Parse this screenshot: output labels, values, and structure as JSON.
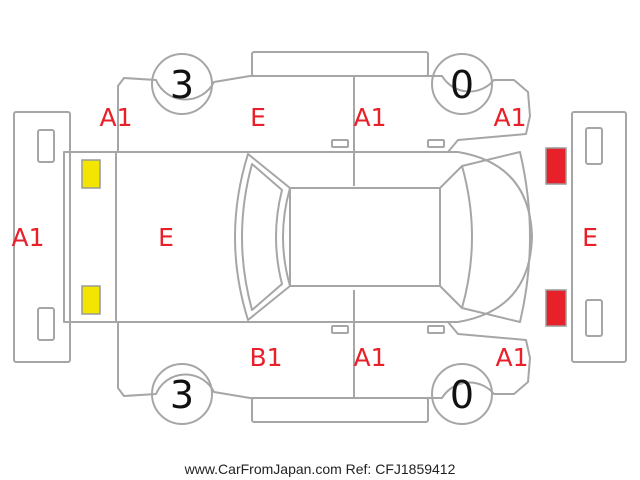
{
  "colors": {
    "outline": "#a6a6a6",
    "damage_code": "#e8202a",
    "headlight": "#f2e600",
    "taillight": "#e8202a",
    "tire_number": "#111111"
  },
  "panels": {
    "front_bumper": "A1",
    "hood": "E",
    "front_left_fender": "A1",
    "front_left_door": "E",
    "rear_left_door": "A1",
    "rear_left_quarter": "A1",
    "front_right_fender": "",
    "front_right_door": "B1",
    "rear_right_door": "A1",
    "rear_right_quarter": "A1",
    "rear_bumper": "E"
  },
  "tires": {
    "front_left": "3",
    "rear_left": "0",
    "front_right": "3",
    "rear_right": "0"
  },
  "footer": {
    "text": "www.CarFromJapan.com Ref: CFJ1859412"
  }
}
